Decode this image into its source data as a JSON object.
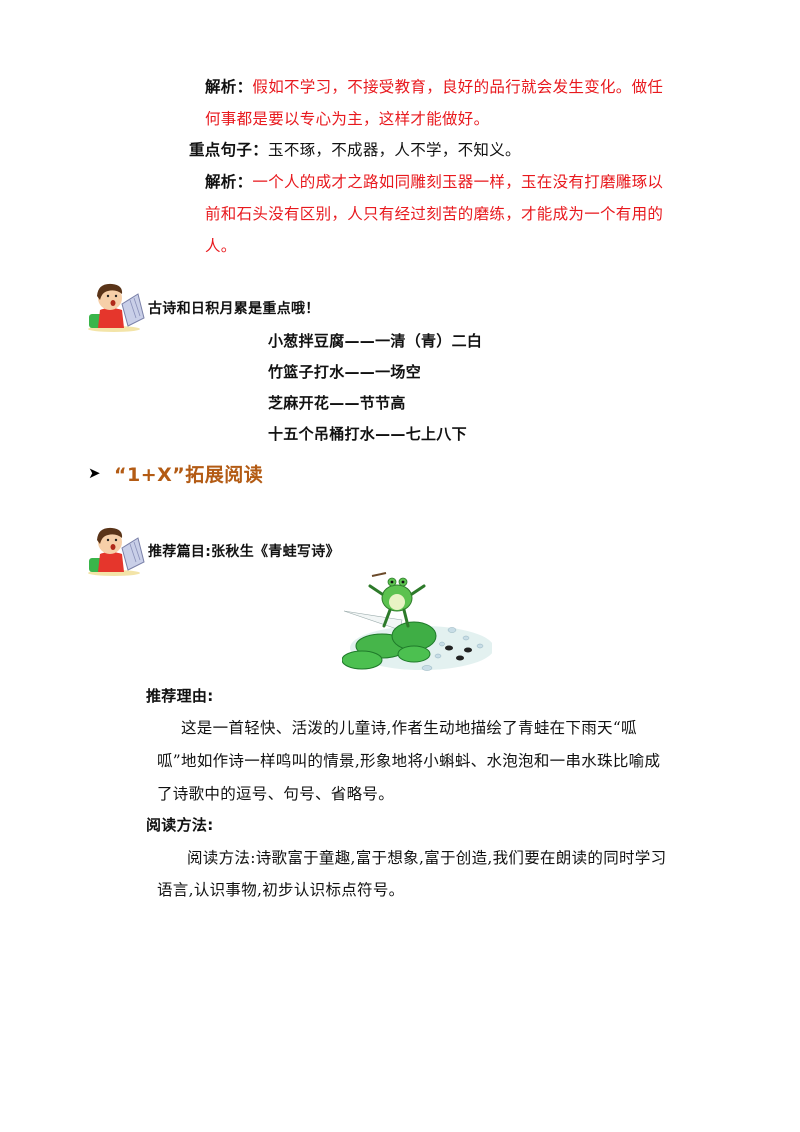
{
  "section1": {
    "analysis1_label": "解析：",
    "analysis1_line1": "假如不学习，不接受教育，良好的品行就会发生变化。做任",
    "analysis1_line2": "何事都是要以专心为主，这样才能做好。",
    "key_sentence_label": "重点句子：",
    "key_sentence_text": "玉不琢，不成器，人不学，不知义。",
    "analysis2_label": "解析：",
    "analysis2_line1": "一个人的成才之路如同雕刻玉器一样，玉在没有打磨雕琢以",
    "analysis2_line2": "前和石头没有区别，人只有经过刻苦的磨练，才能成为一个有用的",
    "analysis2_line3": "人。"
  },
  "tip": {
    "title": "古诗和日积月累是重点哦！",
    "sayings": [
      "小葱拌豆腐——一清（青）二白",
      "竹篮子打水——一场空",
      "芝麻开花——节节高",
      "十五个吊桶打水——七上八下"
    ]
  },
  "extension": {
    "bullet": "➤",
    "heading": "“1+X”拓展阅读",
    "recommend_title": "推荐篇目:张秋生《青蛙写诗》",
    "reason_label": "推荐理由:",
    "reason_line1": "这是一首轻快、活泼的儿童诗,作者生动地描绘了青蛙在下雨天“呱",
    "reason_line2": "呱”地如作诗一样鸣叫的情景,形象地将小蝌蚪、水泡泡和一串水珠比喻成",
    "reason_line3": "了诗歌中的逗号、句号、省略号。",
    "method_label": "阅读方法:",
    "method_line1": "阅读方法:诗歌富于童趣,富于想象,富于创造,我们要在朗读的同时学习",
    "method_line2": "语言,认识事物,初步认识标点符号。"
  },
  "colors": {
    "analysis_red": "#e8191e",
    "heading_brown": "#b35b14"
  }
}
